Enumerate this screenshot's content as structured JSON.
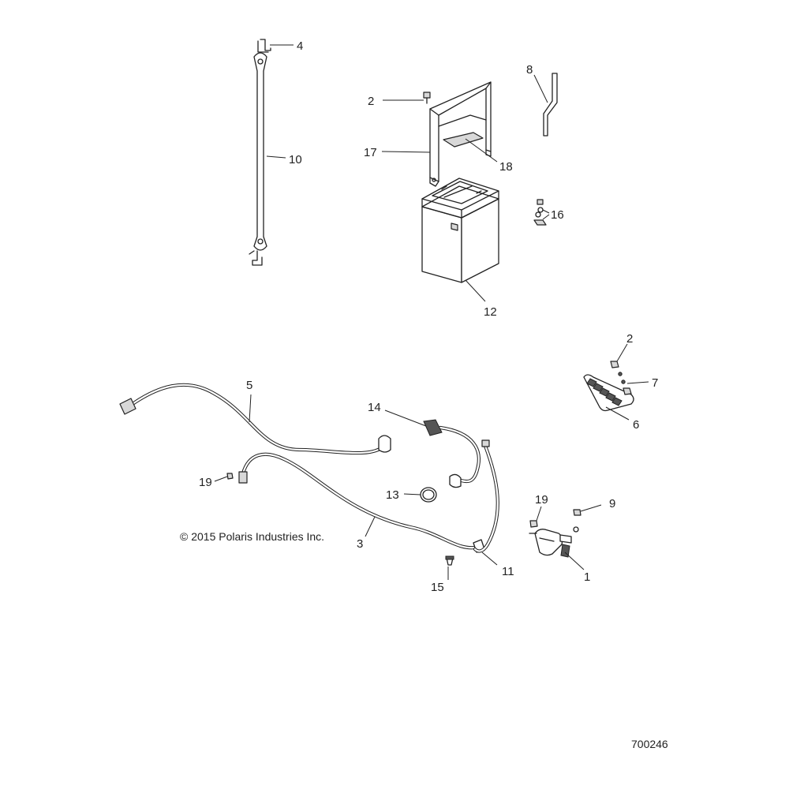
{
  "callouts": {
    "c1": "1",
    "c2a": "2",
    "c2b": "2",
    "c3": "3",
    "c4": "4",
    "c5": "5",
    "c6": "6",
    "c7": "7",
    "c8": "8",
    "c9": "9",
    "c10": "10",
    "c11": "11",
    "c12": "12",
    "c13": "13",
    "c14": "14",
    "c15": "15",
    "c16": "16",
    "c17": "17",
    "c18": "18",
    "c19a": "19",
    "c19b": "19"
  },
  "footer": {
    "copyright": "© 2015 Polaris Industries Inc.",
    "diagram_id": "700246"
  }
}
